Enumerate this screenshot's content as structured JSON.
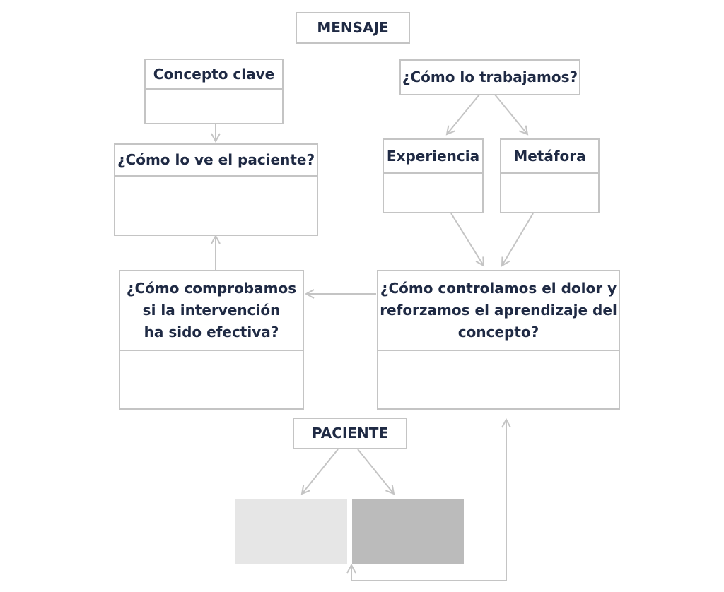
{
  "mensaje": {
    "label": "MENSAJE"
  },
  "concepto_clave": {
    "label": "Concepto clave"
  },
  "como_lo_ve": {
    "label": "¿Cómo lo ve el paciente?"
  },
  "como_trabajamos": {
    "label": "¿Cómo lo trabajamos?"
  },
  "experiencia": {
    "label": "Experiencia"
  },
  "metafora": {
    "label": "Metáfora"
  },
  "como_controlamos": {
    "label": "¿Cómo controlamos el dolor y\nreforzamos el aprendizaje del\nconcepto?"
  },
  "como_comprobamos": {
    "label": "¿Cómo comprobamos\nsi la intervención\nha sido efectiva?"
  },
  "paciente": {
    "label": "PACIENTE"
  },
  "colors": {
    "border": "#c4c4c4",
    "arrow": "#c4c4c4",
    "text": "#1f2a44",
    "block_light": "#e6e6e6",
    "block_dark": "#bbbbbb"
  }
}
